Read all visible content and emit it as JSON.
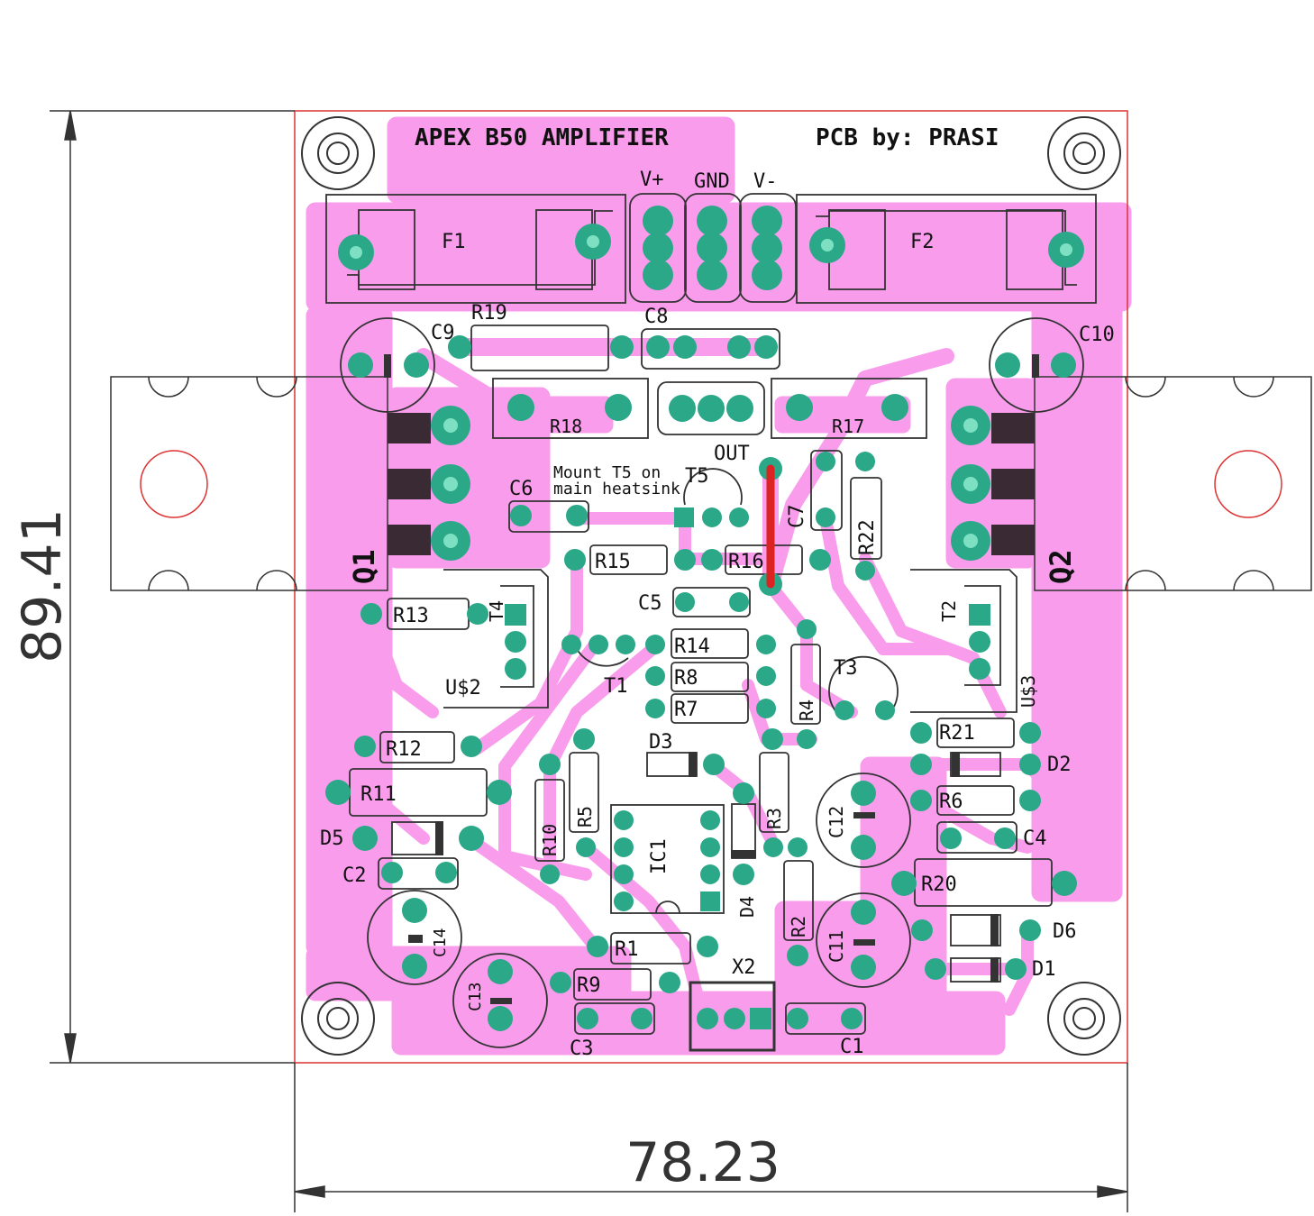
{
  "board": {
    "title": "APEX B50 AMPLIFIER",
    "credit": "PCB by: PRASI",
    "note_line1": "Mount T5 on",
    "note_line2": "main heatsink",
    "width_dim": "78.23",
    "height_dim": "89.41"
  },
  "colors": {
    "copper": "#f99cec",
    "pad": "#2aa888",
    "outline": "#333333",
    "board_edge": "#dd3333",
    "wire": "#dd2222"
  },
  "labels": {
    "vplus": "V+",
    "gnd": "GND",
    "vminus": "V-",
    "f1": "F1",
    "f2": "F2",
    "r19": "R19",
    "c8": "C8",
    "c9": "C9",
    "c10": "C10",
    "r18": "R18",
    "r17": "R17",
    "out": "OUT",
    "c6": "C6",
    "t5": "T5",
    "c7": "C7",
    "r22": "R22",
    "q1": "Q1",
    "q2": "Q2",
    "r15": "R15",
    "r16": "R16",
    "c5": "C5",
    "r13": "R13",
    "t4": "T4",
    "t2": "T2",
    "r14": "R14",
    "r8": "R8",
    "r7": "R7",
    "r4": "R4",
    "t1": "T1",
    "t3": "T3",
    "u2": "U$2",
    "u3": "U$3",
    "r12": "R12",
    "r21": "R21",
    "d3": "D3",
    "d2": "D2",
    "r11": "R11",
    "r5": "R5",
    "r10": "R10",
    "ic1": "IC1",
    "r3": "R3",
    "c12": "C12",
    "r6": "R6",
    "c4": "C4",
    "d5": "D5",
    "c2": "C2",
    "d4": "D4",
    "r20": "R20",
    "c14": "C14",
    "r2": "R2",
    "c11": "C11",
    "d6": "D6",
    "r1": "R1",
    "d1": "D1",
    "x2": "X2",
    "c13": "C13",
    "r9": "R9",
    "c3": "C3",
    "c1": "C1"
  }
}
